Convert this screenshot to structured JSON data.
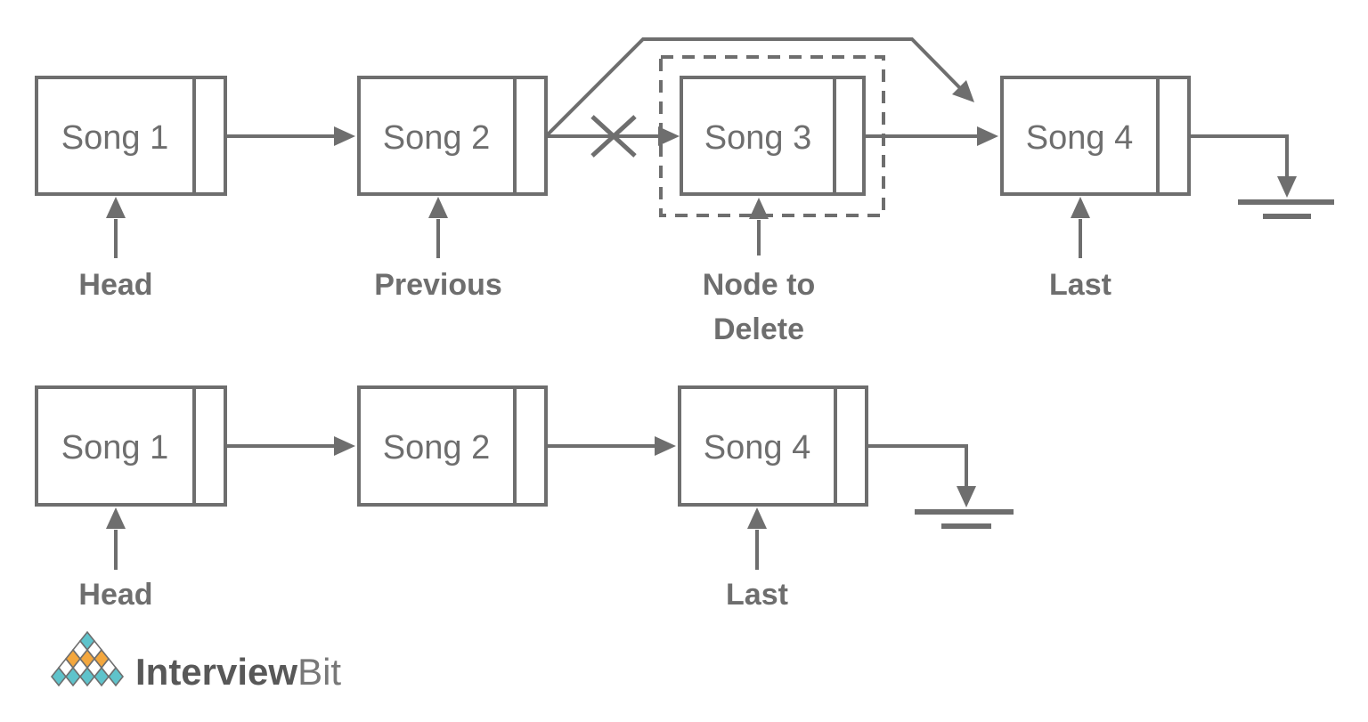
{
  "colors": {
    "line": "#6e6e6e",
    "label": "#6a6a6a",
    "logo_teal": "#5fc3cb",
    "logo_orange": "#f3a73e",
    "logo_white": "#ffffff",
    "logo_dark": "#585858",
    "logo_light": "#787878"
  },
  "top_list": {
    "description": "singly linked list before deletion",
    "nodes": [
      {
        "label": "Song 1",
        "pointer_label": "Head"
      },
      {
        "label": "Song 2",
        "pointer_label": "Previous"
      },
      {
        "label": "Song 3",
        "pointer_label_line1": "Node to",
        "pointer_label_line2": "Delete"
      },
      {
        "label": "Song 4",
        "pointer_label": "Last"
      }
    ]
  },
  "bottom_list": {
    "description": "singly linked list after deletion",
    "nodes": [
      {
        "label": "Song 1",
        "pointer_label": "Head"
      },
      {
        "label": "Song 2"
      },
      {
        "label": "Song 4",
        "pointer_label": "Last"
      }
    ]
  },
  "logo": {
    "brand_primary": "Interview",
    "brand_secondary": "Bit"
  }
}
